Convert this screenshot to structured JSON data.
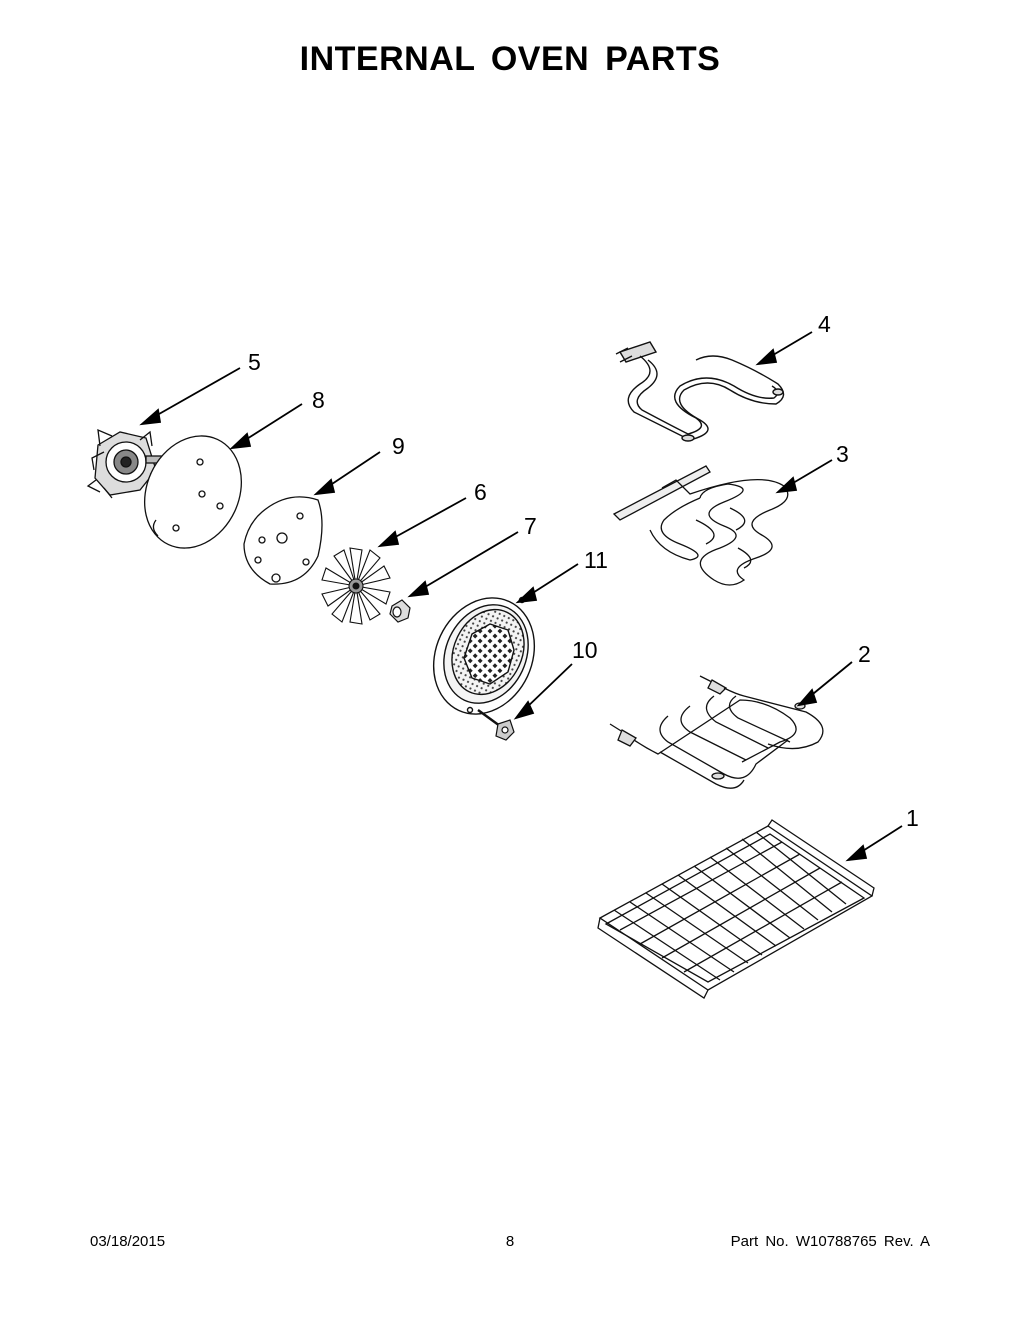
{
  "page": {
    "title": "INTERNAL OVEN PARTS"
  },
  "callouts": [
    "1",
    "2",
    "3",
    "4",
    "5",
    "6",
    "7",
    "8",
    "9",
    "10",
    "11"
  ],
  "footer": {
    "date": "03/18/2015",
    "page_number": "8",
    "part_number": "Part No.  W10788765  Rev.  A"
  }
}
